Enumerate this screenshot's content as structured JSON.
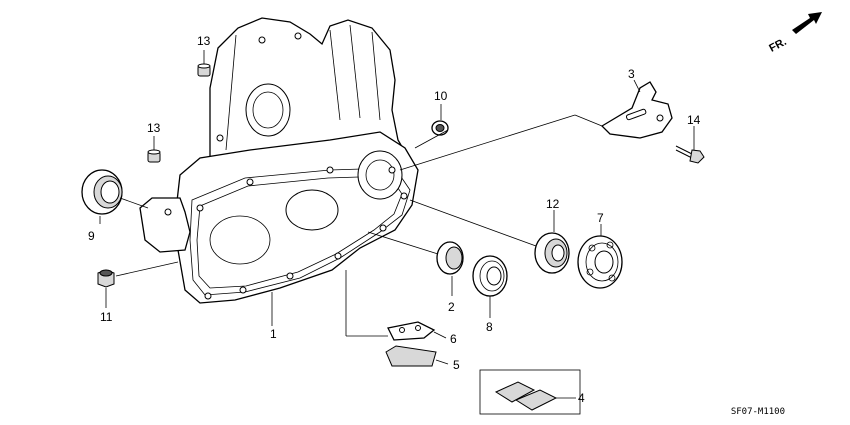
{
  "direction_label": "FR.",
  "diagram_code": "SF07-M1100",
  "callouts": [
    {
      "id": "c1",
      "text": "1"
    },
    {
      "id": "c2",
      "text": "2"
    },
    {
      "id": "c3",
      "text": "3"
    },
    {
      "id": "c4",
      "text": "4"
    },
    {
      "id": "c5",
      "text": "5"
    },
    {
      "id": "c6",
      "text": "6"
    },
    {
      "id": "c7",
      "text": "7"
    },
    {
      "id": "c8",
      "text": "8"
    },
    {
      "id": "c9",
      "text": "9"
    },
    {
      "id": "c10",
      "text": "10"
    },
    {
      "id": "c11",
      "text": "11"
    },
    {
      "id": "c12",
      "text": "12"
    },
    {
      "id": "c13a",
      "text": "13"
    },
    {
      "id": "c13b",
      "text": "13"
    },
    {
      "id": "c14",
      "text": "14"
    }
  ]
}
